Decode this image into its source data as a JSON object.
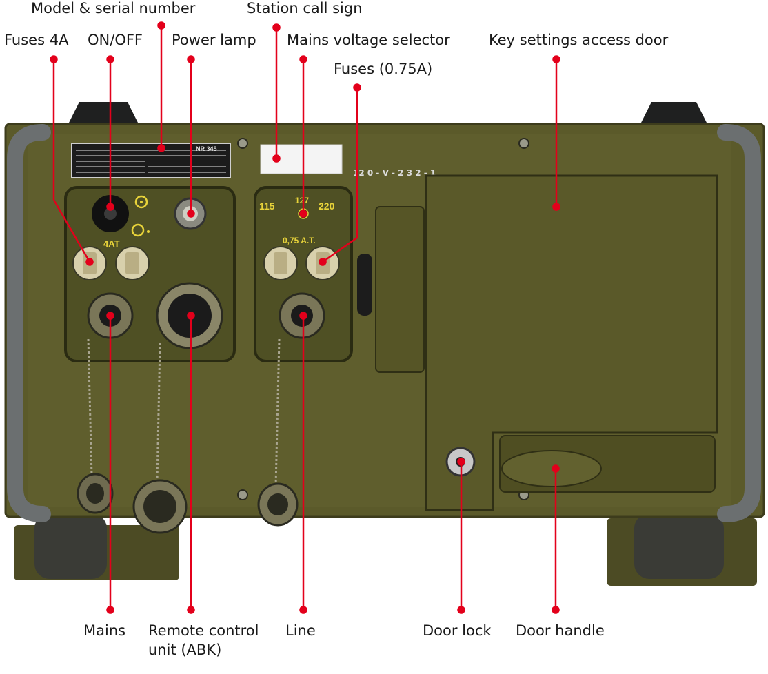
{
  "colors": {
    "leader": "#e3001b",
    "chassis": "#5b5a2a",
    "panel": "#4f5024",
    "handle": "#6b6f70",
    "marking": "#e8d33a"
  },
  "labels": {
    "model_serial": "Model & serial number",
    "call_sign": "Station call sign",
    "fuses_4a": "Fuses 4A",
    "on_off": "ON/OFF",
    "power_lamp": "Power lamp",
    "mains_selector": "Mains voltage selector",
    "key_door": "Key settings access door",
    "fuses_075": "Fuses (0.75A)",
    "mains": "Mains",
    "remote_line1": "Remote control",
    "remote_line2": "unit (ABK)",
    "line": "Line",
    "door_lock": "Door lock",
    "door_handle": "Door handle"
  },
  "panel_markings": {
    "fuse_rating_left": "4AT",
    "fuse_rating_right": "0,75 A.T.",
    "voltage_115": "115",
    "voltage_127": "127",
    "voltage_220": "220",
    "plate_serial": "NR 345",
    "handwritten_code": "12 0 - V - 2 3 2 - 1"
  }
}
